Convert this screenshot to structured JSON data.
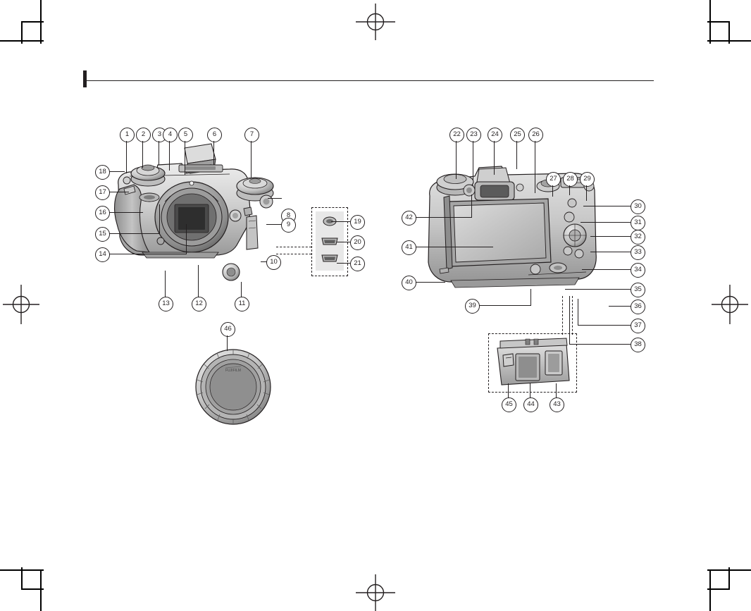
{
  "document": {
    "type": "camera-manual-parts-diagram",
    "page_title": "",
    "header_rule": true
  },
  "figures": [
    {
      "name": "camera-front-top-view",
      "callouts": [
        "1",
        "2",
        "3",
        "4",
        "5",
        "6",
        "7",
        "8",
        "9",
        "10",
        "11",
        "12",
        "13",
        "14",
        "15",
        "16",
        "17",
        "18"
      ]
    },
    {
      "name": "camera-ports-detail",
      "callouts": [
        "19",
        "20",
        "21"
      ]
    },
    {
      "name": "camera-rear-view",
      "callouts": [
        "22",
        "23",
        "24",
        "25",
        "26",
        "27",
        "28",
        "29",
        "30",
        "31",
        "32",
        "33",
        "34",
        "35",
        "36",
        "37",
        "38",
        "39",
        "40",
        "41",
        "42"
      ]
    },
    {
      "name": "battery-card-slot-detail",
      "callouts": [
        "43",
        "44",
        "45"
      ]
    },
    {
      "name": "body-cap",
      "callouts": [
        "46"
      ]
    }
  ],
  "callout_labels": {
    "n1": "1",
    "n2": "2",
    "n3": "3",
    "n4": "4",
    "n5": "5",
    "n6": "6",
    "n7": "7",
    "n8": "8",
    "n9": "9",
    "n10": "10",
    "n11": "11",
    "n12": "12",
    "n13": "13",
    "n14": "14",
    "n15": "15",
    "n16": "16",
    "n17": "17",
    "n18": "18",
    "n19": "19",
    "n20": "20",
    "n21": "21",
    "n22": "22",
    "n23": "23",
    "n24": "24",
    "n25": "25",
    "n26": "26",
    "n27": "27",
    "n28": "28",
    "n29": "29",
    "n30": "30",
    "n31": "31",
    "n32": "32",
    "n33": "33",
    "n34": "34",
    "n35": "35",
    "n36": "36",
    "n37": "37",
    "n38": "38",
    "n39": "39",
    "n40": "40",
    "n41": "41",
    "n42": "42",
    "n43": "43",
    "n44": "44",
    "n45": "45",
    "n46": "46"
  },
  "colors": {
    "ink": "#231f20",
    "body_light": "#d9d9d9",
    "body_mid": "#b3b3b3",
    "body_dark": "#808080",
    "body_darker": "#595959",
    "screen": "#cfcfcf",
    "page_bg": "#ffffff"
  }
}
